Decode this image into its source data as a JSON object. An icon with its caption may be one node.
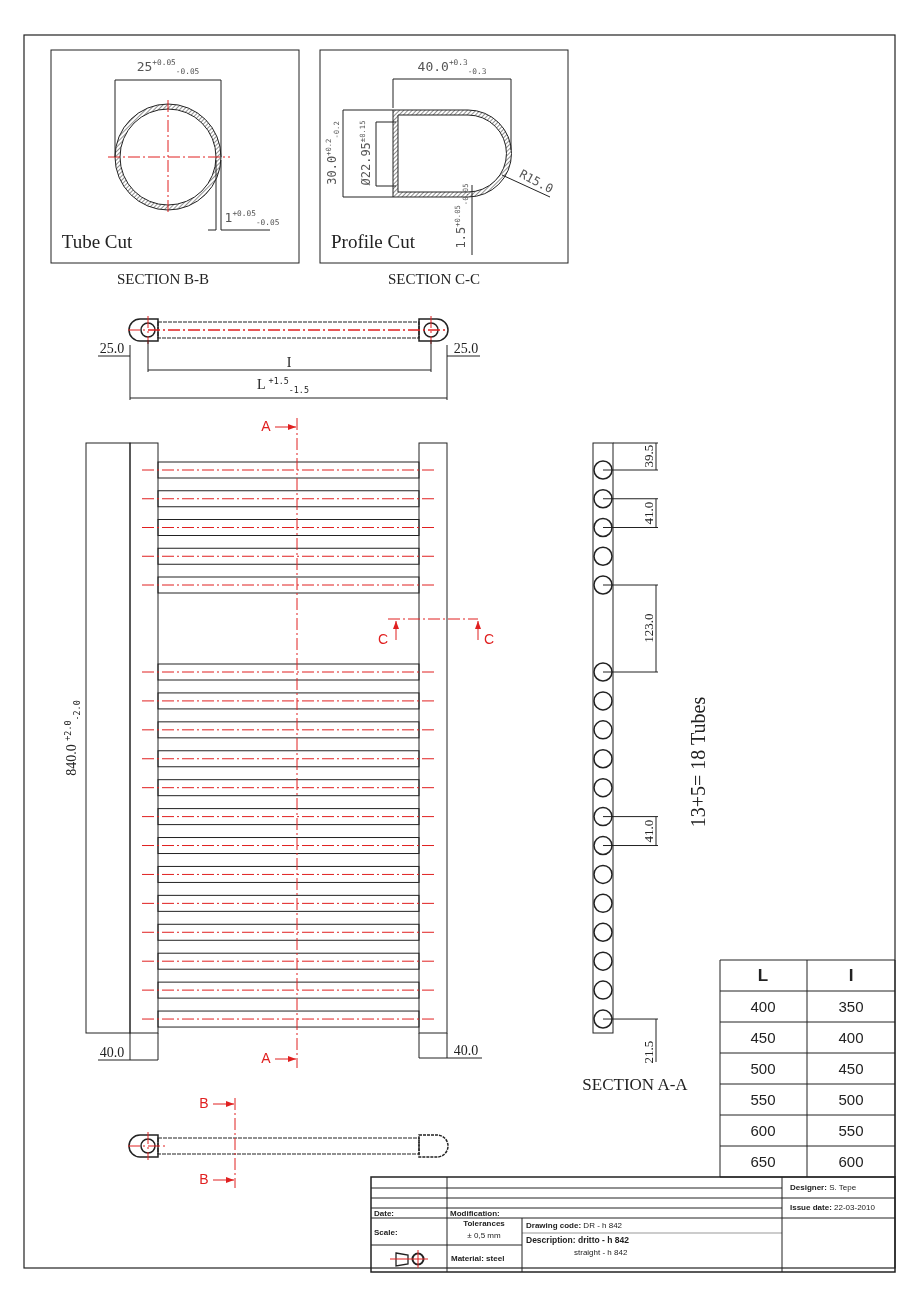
{
  "diagram": {
    "labels": [
      "25$^{+0.05}$$_{-0.05}$",
      "40.0$^{+0.3}$$_{-0.3}$",
      "30.0$^{+0.2}$$_{-0.2}$",
      "Ø22.95$^{±0.15}$",
      "R15.0",
      "1$^{+0.05}$$_{-0.05}$",
      "1.5$^{+0.05}$$_{-0.05}$",
      "Tube Cut",
      "Profile Cut",
      "SECTION B-B",
      "SECTION C-C",
      "25.0",
      "I",
      "25.0",
      "L $^{+1.5}$$_{-1.5}$",
      "A",
      "C",
      "C",
      "840.0 $^{+2.0}$$_{-2.0}$",
      "40.0",
      "40.0",
      "A",
      "39.5",
      "41.0",
      "123.0",
      "41.0",
      "21.5",
      "13+5= 18 Tubes",
      "SECTION A-A",
      "B",
      "B",
      "L",
      "I",
      "400",
      "350",
      "450",
      "400",
      "500",
      "450",
      "550",
      "500",
      "600",
      "550",
      "650",
      "600",
      "**Designer:** S. Tepe",
      "**Issue date:** 22-03-2010",
      "Date:",
      "Modification:",
      "Scale:",
      "Tolerances",
      "± 0,5 mm",
      "**Drawing code:** DR - h 842",
      "Description: dritto - h 842",
      "straight - h 842",
      "Material: steel"
    ]
  }
}
